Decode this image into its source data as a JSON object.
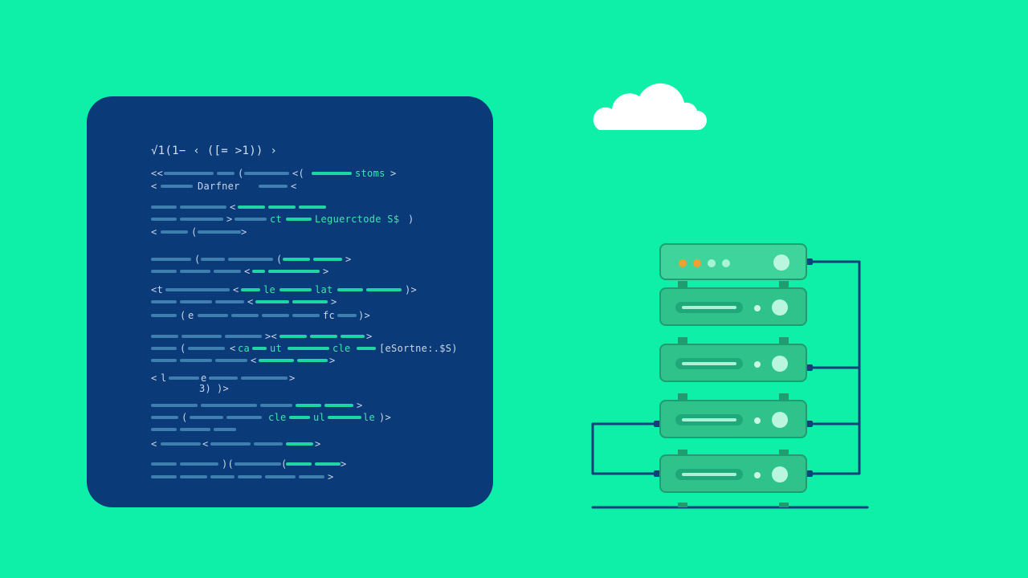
{
  "code_panel": {
    "header": "√1(1− ‹ ([= >1)) ›",
    "fragments": [
      "stoms",
      "Darfner",
      "ct",
      "Leguerctode S$",
      "le",
      "lat",
      "e",
      "fc",
      "ca",
      "ut",
      "cle",
      "[eSortne:.$S)",
      "l",
      "e",
      "3)",
      "cle",
      "ul",
      "le"
    ]
  },
  "colors": {
    "background": "#0ef0a8",
    "panel": "#0a3a78",
    "code_blue": "#3f7fb0",
    "code_green": "#1fd6a3",
    "server": "#2fc28a",
    "cable": "#12407a",
    "led_orange": "#f0a030",
    "led_green": "#a8f3d6"
  },
  "icons": {
    "cloud": "cloud-icon",
    "server": "server-rack-icon"
  }
}
